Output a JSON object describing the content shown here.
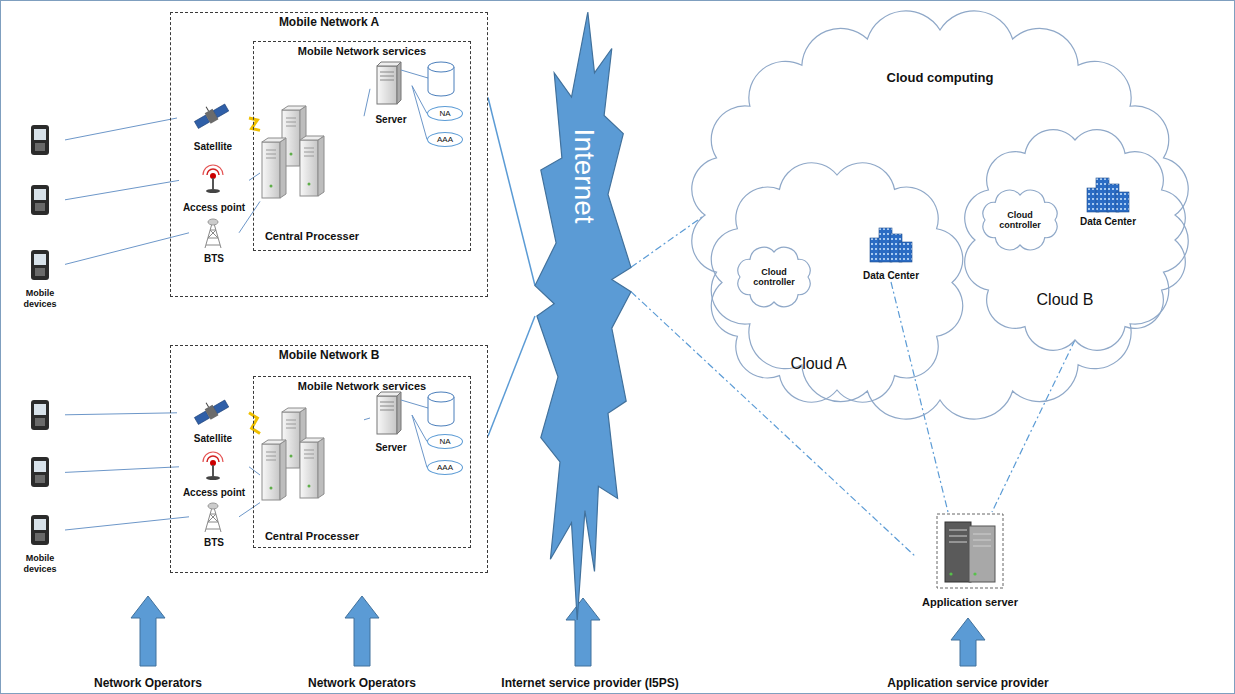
{
  "diagram": {
    "nodes": [
      {
        "text": [
          "Mobile Network A"
        ]
      },
      {
        "text": [
          "Mobile Network services"
        ],
        "in": 0
      },
      {
        "text": [
          "Central Processer"
        ],
        "in": 1
      },
      {
        "text": [
          "Server"
        ],
        "in": 1
      },
      {
        "text": [
          "NA"
        ],
        "in": 1
      },
      {
        "text": [
          "AAA"
        ],
        "in": 1
      },
      {
        "text": [
          "Satellite"
        ],
        "in": 0
      },
      {
        "text": [
          "Access point"
        ],
        "in": 0
      },
      {
        "text": [
          "BTS"
        ],
        "in": 0
      },
      {
        "text": [
          "Mobile devices"
        ]
      },
      {
        "text": [
          "Mobile Network B"
        ]
      },
      {
        "text": [
          "Mobile Network services"
        ],
        "in": 10
      },
      {
        "text": [
          "Central Processer"
        ],
        "in": 11
      },
      {
        "text": [
          "Server"
        ],
        "in": 11
      },
      {
        "text": [
          "NA"
        ],
        "in": 11
      },
      {
        "text": [
          "AAA"
        ],
        "in": 11
      },
      {
        "text": [
          "Satellite"
        ],
        "in": 10
      },
      {
        "text": [
          "Access point"
        ],
        "in": 10
      },
      {
        "text": [
          "BTS"
        ],
        "in": 10
      },
      {
        "text": [
          "Mobile devices"
        ]
      },
      {
        "text": [
          "Internet"
        ]
      },
      {
        "text": [
          "Cloud computing"
        ]
      },
      {
        "text": [
          "Cloud A"
        ],
        "in": 21
      },
      {
        "text": [
          "Cloud controller"
        ],
        "in": 22
      },
      {
        "text": [
          "Data Center"
        ],
        "in": 22
      },
      {
        "text": [
          "Cloud B"
        ],
        "in": 21
      },
      {
        "text": [
          "Cloud controller"
        ],
        "in": 25
      },
      {
        "text": [
          "Data Center"
        ],
        "in": 25
      },
      {
        "text": [
          "Application server"
        ]
      }
    ],
    "edges": [
      {
        "from": 9,
        "to": 6,
        "arrow": "none"
      },
      {
        "from": 9,
        "to": 7,
        "arrow": "none"
      },
      {
        "from": 9,
        "to": 8,
        "arrow": "none"
      },
      {
        "from": 6,
        "to": 2,
        "arrow": "none"
      },
      {
        "from": 7,
        "to": 2,
        "arrow": "none"
      },
      {
        "from": 8,
        "to": 2,
        "arrow": "none"
      },
      {
        "from": 2,
        "to": 3,
        "arrow": "none"
      },
      {
        "from": 3,
        "to": 4,
        "arrow": "none"
      },
      {
        "from": 3,
        "to": 5,
        "arrow": "none"
      },
      {
        "from": 0,
        "to": 20,
        "arrow": "none"
      },
      {
        "from": 19,
        "to": 16,
        "arrow": "none"
      },
      {
        "from": 19,
        "to": 17,
        "arrow": "none"
      },
      {
        "from": 19,
        "to": 18,
        "arrow": "none"
      },
      {
        "from": 16,
        "to": 12,
        "arrow": "none"
      },
      {
        "from": 17,
        "to": 12,
        "arrow": "none"
      },
      {
        "from": 18,
        "to": 12,
        "arrow": "none"
      },
      {
        "from": 12,
        "to": 13,
        "arrow": "none"
      },
      {
        "from": 13,
        "to": 14,
        "arrow": "none"
      },
      {
        "from": 13,
        "to": 15,
        "arrow": "none"
      },
      {
        "from": 10,
        "to": 20,
        "arrow": "none"
      },
      {
        "from": 20,
        "to": 21,
        "arrow": "none"
      },
      {
        "from": 20,
        "to": 28,
        "arrow": "none"
      },
      {
        "from": 24,
        "to": 28,
        "arrow": "none"
      },
      {
        "from": 25,
        "to": 28,
        "arrow": "none"
      }
    ],
    "labels": [
      "Network Operators",
      "Network Operators",
      "Internet service provider (I5PS)",
      "Application service provider"
    ]
  }
}
